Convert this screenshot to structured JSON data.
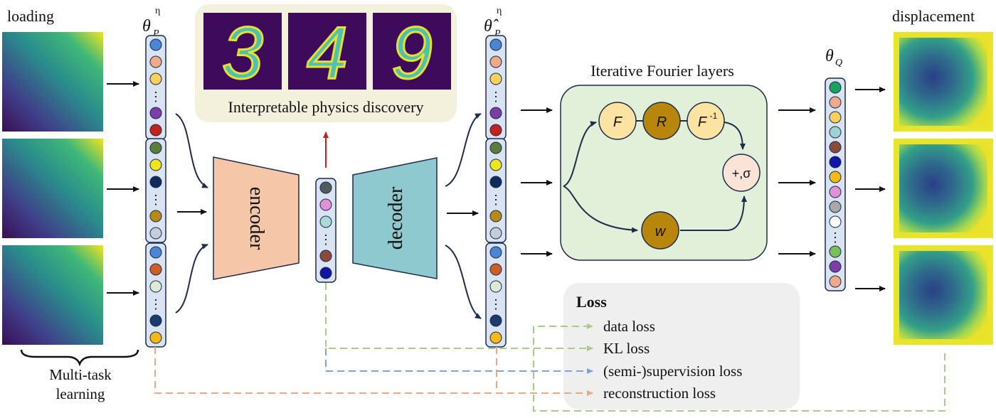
{
  "labels": {
    "loading": "loading",
    "displacement": "displacement",
    "theta_p": "θ",
    "theta_p_sub": "P",
    "theta_p_sup": "η",
    "theta_p_hat": "θ̂",
    "theta_q": "θ",
    "theta_q_sub": "Q",
    "multi_task": [
      "Multi-task",
      "learning"
    ],
    "interpretable": "Interpretable physics discovery",
    "digits": [
      "3",
      "4",
      "9"
    ],
    "encoder": "encoder",
    "decoder": "decoder",
    "iterative_fourier": "Iterative Fourier layers",
    "node_F": "F",
    "node_R": "R",
    "node_Finv": "F",
    "node_Finv_sup": "-1",
    "node_W": "w",
    "node_sum": "+,σ",
    "dots": "⋮"
  },
  "loss": {
    "title": "Loss",
    "items": [
      "data loss",
      "KL loss",
      "(semi-)supervision loss",
      "reconstruction loss"
    ]
  },
  "colors": {
    "encoder": "#f5c6a8",
    "decoder": "#8ec9cf",
    "fourier_panel": "#e2efd9",
    "interp_panel": "#f3f0dc",
    "loss_panel": "#efefef",
    "arrow": "#1c2c4c",
    "loss_green": "#a9cc8a",
    "loss_blue": "#7fa3d8",
    "loss_orange": "#f2a77a",
    "red_arrow": "#c0251f"
  },
  "vectors": {
    "p1": [
      "#4a86d4",
      "#f0a98a",
      "#f7d15c",
      "dots",
      "#7e3ca8",
      "#c4221a"
    ],
    "p2": [
      "#5e7d3a",
      "#f2e617",
      "#0f2a5c",
      "dots",
      "#b58a16",
      "#c5cdd9"
    ],
    "p3": [
      "#4a86d4",
      "#cf5e24",
      "#deebd4",
      "dots",
      "#1c3a6c",
      "#f5b913"
    ],
    "latent": [
      "#545a5e",
      "#e091d8",
      "#a8dcdc",
      "dots",
      "#8a4a3a",
      "#1414a8"
    ],
    "q": [
      "#18a35a",
      "#eea98a",
      "#f7d15c",
      "#9fd3d3",
      "#8a4a3a",
      "#1414a8",
      "#f5b913",
      "#e091d8",
      "#a8a8a8",
      "#ffffff",
      "dots",
      "#7ac05a",
      "#7e3ca8",
      "#f0a98a"
    ]
  }
}
